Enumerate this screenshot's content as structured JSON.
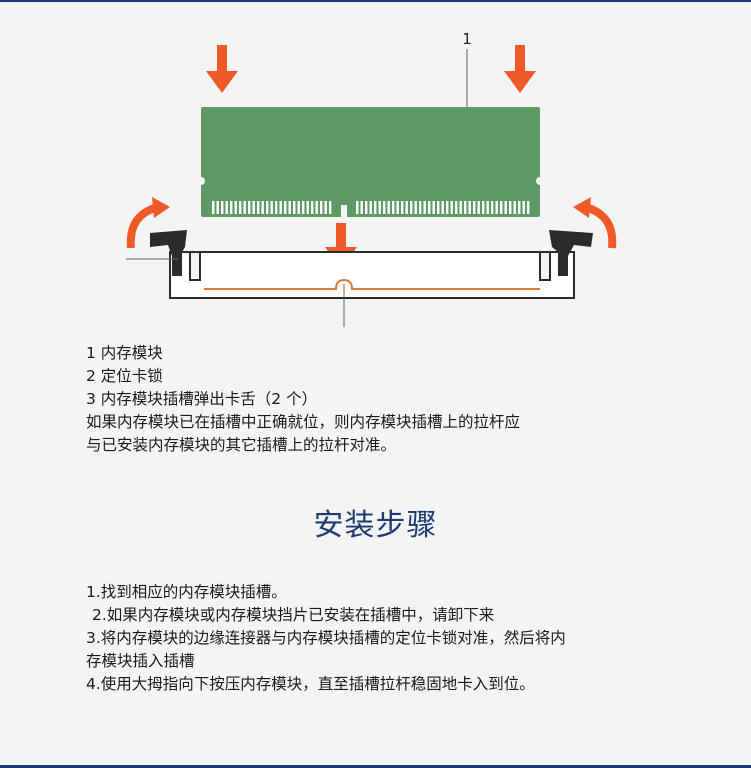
{
  "figure": {
    "callout": "1",
    "colors": {
      "module": "#5f9a66",
      "arrow": "#f05a28",
      "latch": "#2b2b2b",
      "slot_line": "#e07a3a"
    }
  },
  "legend": {
    "items": [
      "1 内存模块",
      "2 定位卡锁",
      "3 内存模块插槽弹出卡舌（2 个）"
    ],
    "note_lines": [
      "如果内存模块已在插槽中正确就位，则内存模块插槽上的拉杆应",
      "与已安装内存模块的其它插槽上的拉杆对准。"
    ]
  },
  "section_title": "安装步骤",
  "steps": [
    "1.找到相应的内存模块插槽。",
    "2.如果内存模块或内存模块挡片已安装在插槽中，请卸下来",
    "3.将内存模块的边缘连接器与内存模块插槽的定位卡锁对准，然后将内",
    "存模块插入插槽",
    "4.使用大拇指向下按压内存模块，直至插槽拉杆稳固地卡入到位。"
  ]
}
